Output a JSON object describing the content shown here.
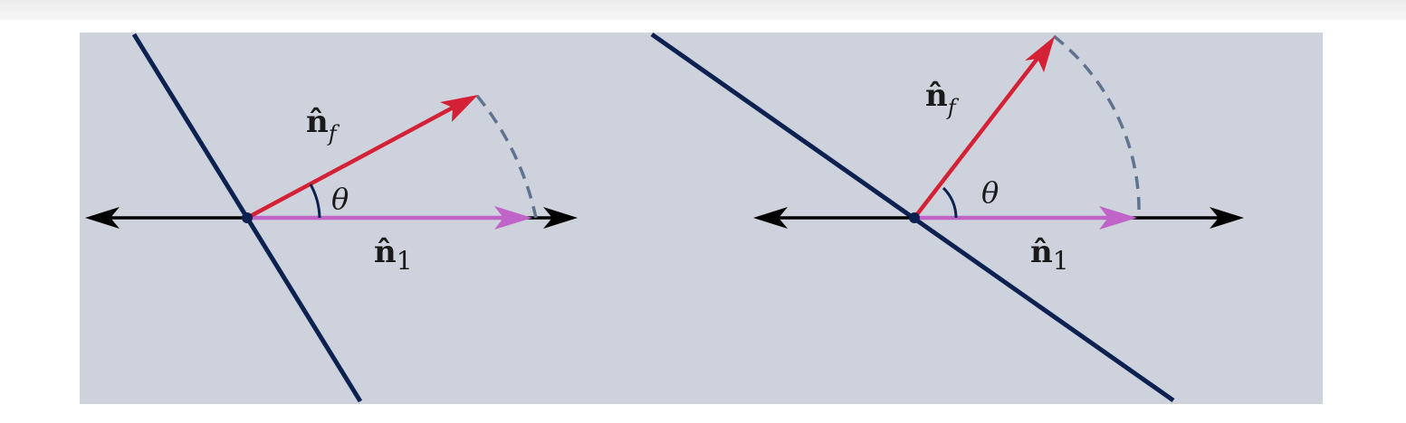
{
  "colors": {
    "panel_bg": "#cdd2dc",
    "boundary_line": "#0c2150",
    "vector_nf": "#d42135",
    "vector_n1": "#c064c8",
    "axis": "#000000",
    "arc_dashed": "#5f7390"
  },
  "diagram": {
    "panels": [
      {
        "name": "left",
        "labels": {
          "nf": "n̂",
          "nf_sub": "f",
          "n1": "n̂",
          "n1_sub": "1",
          "theta": "θ"
        }
      },
      {
        "name": "right",
        "labels": {
          "nf": "n̂",
          "nf_sub": "f",
          "n1": "n̂",
          "n1_sub": "1",
          "theta": "θ"
        }
      }
    ]
  }
}
